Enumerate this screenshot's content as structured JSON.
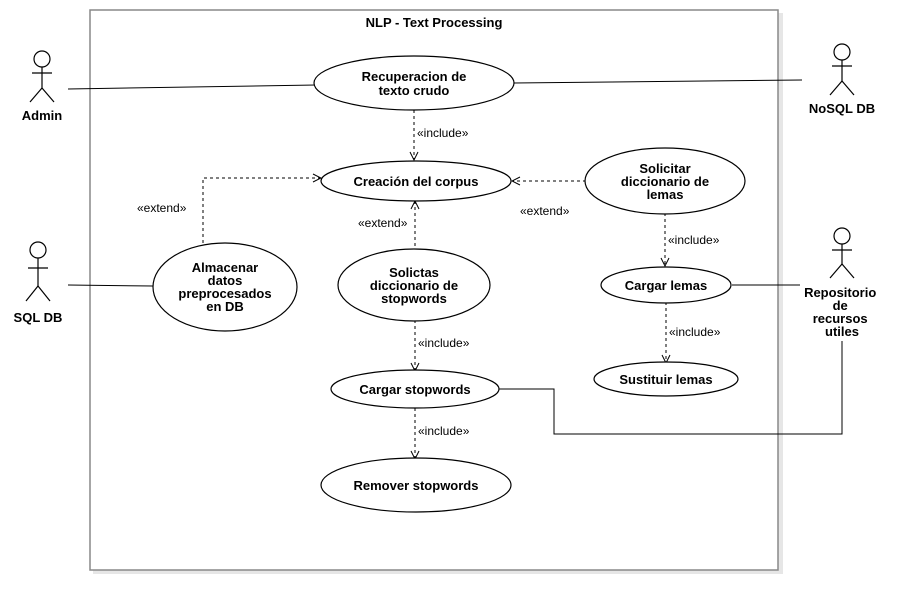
{
  "system": {
    "title": "NLP - Text Processing"
  },
  "actors": {
    "admin": "Admin",
    "nosql": "NoSQL DB",
    "sql": "SQL DB",
    "repo": [
      "Repositorio",
      "de",
      "recursos",
      "utiles"
    ]
  },
  "use_cases": {
    "recuperacion": [
      "Recuperacion de",
      "texto crudo"
    ],
    "corpus": [
      "Creación del corpus"
    ],
    "solicitar_lemas": [
      "Solicitar",
      "diccionario de",
      "lemas"
    ],
    "almacenar": [
      "Almacenar",
      "datos",
      "preprocesados",
      "en DB"
    ],
    "solicitar_stopwords": [
      "Solictas",
      "diccionario de",
      "stopwords"
    ],
    "cargar_lemas": [
      "Cargar lemas"
    ],
    "sustituir_lemas": [
      "Sustituir lemas"
    ],
    "cargar_stopwords": [
      "Cargar stopwords"
    ],
    "remover_stopwords": [
      "Remover stopwords"
    ]
  },
  "relations": {
    "include": "«include»",
    "extend": "«extend»"
  },
  "colors": {
    "stroke": "#000000",
    "shadow": "#e6e6e6",
    "background": "#ffffff"
  }
}
